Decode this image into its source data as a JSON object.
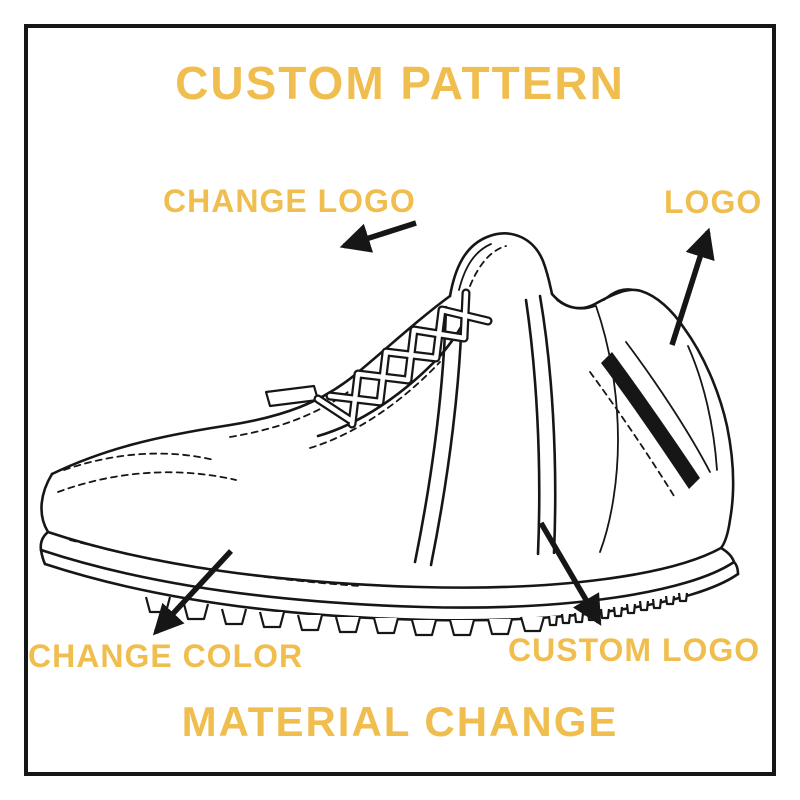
{
  "poster": {
    "title": "CUSTOM PATTERN",
    "footer": "MATERIAL CHANGE",
    "annotations": [
      {
        "id": "change-logo",
        "label": "CHANGE LOGO"
      },
      {
        "id": "logo",
        "label": "LOGO"
      },
      {
        "id": "change-color",
        "label": "CHANGE COLOR"
      },
      {
        "id": "custom-logo",
        "label": "CUSTOM LOGO"
      }
    ],
    "illustration": "sneaker-side-view-line-art",
    "colors": {
      "accent": "#F0BE4E",
      "ink": "#161616",
      "background": "#FFFFFF"
    }
  }
}
